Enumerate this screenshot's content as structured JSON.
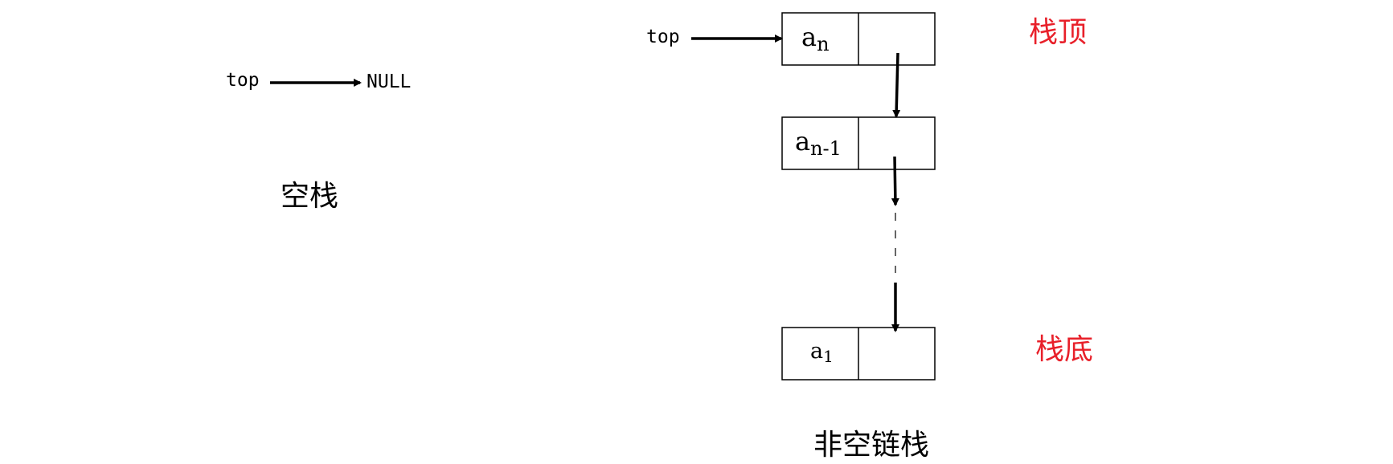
{
  "empty_stack": {
    "pointer_label": "top",
    "null_label": "NULL",
    "caption": "空栈"
  },
  "linked_stack": {
    "pointer_label": "top",
    "nodes": [
      {
        "base": "a",
        "sub": "n"
      },
      {
        "base": "a",
        "sub": "n-1"
      },
      {
        "base": "a",
        "sub": "1"
      }
    ],
    "top_label": "栈顶",
    "bottom_label": "栈底",
    "caption": "非空链栈"
  },
  "colors": {
    "line": "#000000",
    "highlight": "#e8202a"
  }
}
